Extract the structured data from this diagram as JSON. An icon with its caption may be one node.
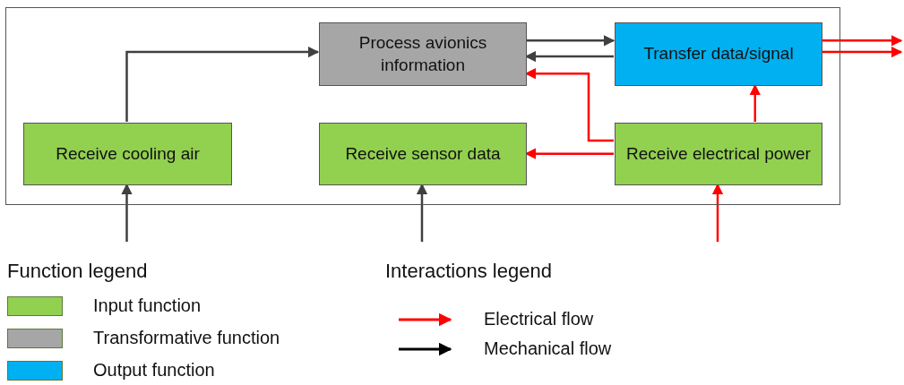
{
  "diagram": {
    "nodes": [
      {
        "text": [],
        "shape": "box"
      },
      {
        "text": [
          "Process avionics information"
        ],
        "in": 0
      },
      {
        "text": [
          "Transfer data/signal"
        ],
        "in": 0
      },
      {
        "text": [
          "Receive cooling air"
        ],
        "in": 0
      },
      {
        "text": [
          "Receive sensor data"
        ],
        "in": 0
      },
      {
        "text": [
          "Receive electrical power"
        ],
        "in": 0
      }
    ],
    "edges": [
      {
        "from": 3,
        "to": 1,
        "arrow": "to",
        "color": "#404040"
      },
      {
        "from": 1,
        "to": 2,
        "arrow": "to",
        "color": "#404040"
      },
      {
        "from": 2,
        "to": 1,
        "arrow": "to",
        "color": "#404040"
      },
      {
        "from": 5,
        "to": 1,
        "arrow": "to",
        "color": "#ff0000"
      },
      {
        "from": 5,
        "to": 4,
        "arrow": "to",
        "color": "#ff0000"
      },
      {
        "from": 5,
        "to": 2,
        "arrow": "to",
        "color": "#ff0000"
      },
      {
        "from": null,
        "to": 3,
        "arrow": "to",
        "color": "#404040"
      },
      {
        "from": null,
        "to": 4,
        "arrow": "to",
        "color": "#404040"
      },
      {
        "from": null,
        "to": 5,
        "arrow": "to",
        "color": "#ff0000"
      },
      {
        "from": 2,
        "to": null,
        "arrow": "to",
        "color": "#ff0000"
      },
      {
        "from": 2,
        "to": null,
        "arrow": "to",
        "color": "#ff0000"
      }
    ],
    "labels": [
      "Function legend",
      "Interactions legend"
    ],
    "legend": [
      {
        "text": "Input function",
        "color": "#92d050"
      },
      {
        "text": "Transformative function",
        "color": "#a6a6a6"
      },
      {
        "text": "Output function",
        "color": "#00b0f0"
      },
      {
        "text": "Electrical flow"
      },
      {
        "text": "Mechanical flow"
      }
    ]
  }
}
